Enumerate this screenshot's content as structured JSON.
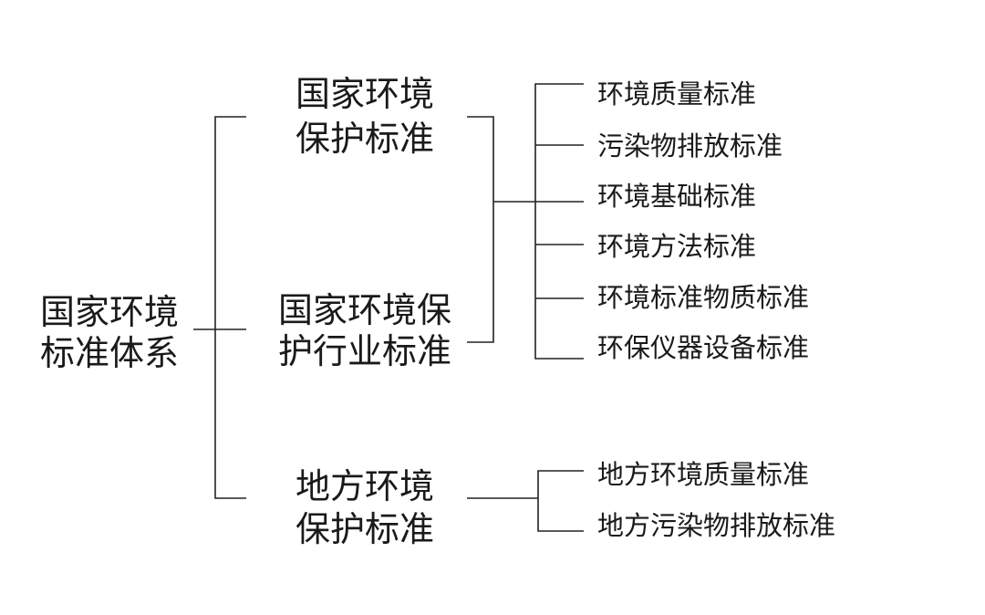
{
  "root": {
    "line1": "国家环境",
    "line2": "标准体系"
  },
  "groups": [
    {
      "line1": "国家环境",
      "line2": "保护标准"
    },
    {
      "line1": "国家环境保",
      "line2": "护行业标准"
    },
    {
      "line1": "地方环境",
      "line2": "保护标准"
    }
  ],
  "national_items": [
    "环境质量标准",
    "污染物排放标准",
    "环境基础标准",
    "环境方法标准",
    "环境标准物质标准",
    "环保仪器设备标准"
  ],
  "local_items": [
    "地方环境质量标准",
    "地方污染物排放标准"
  ]
}
